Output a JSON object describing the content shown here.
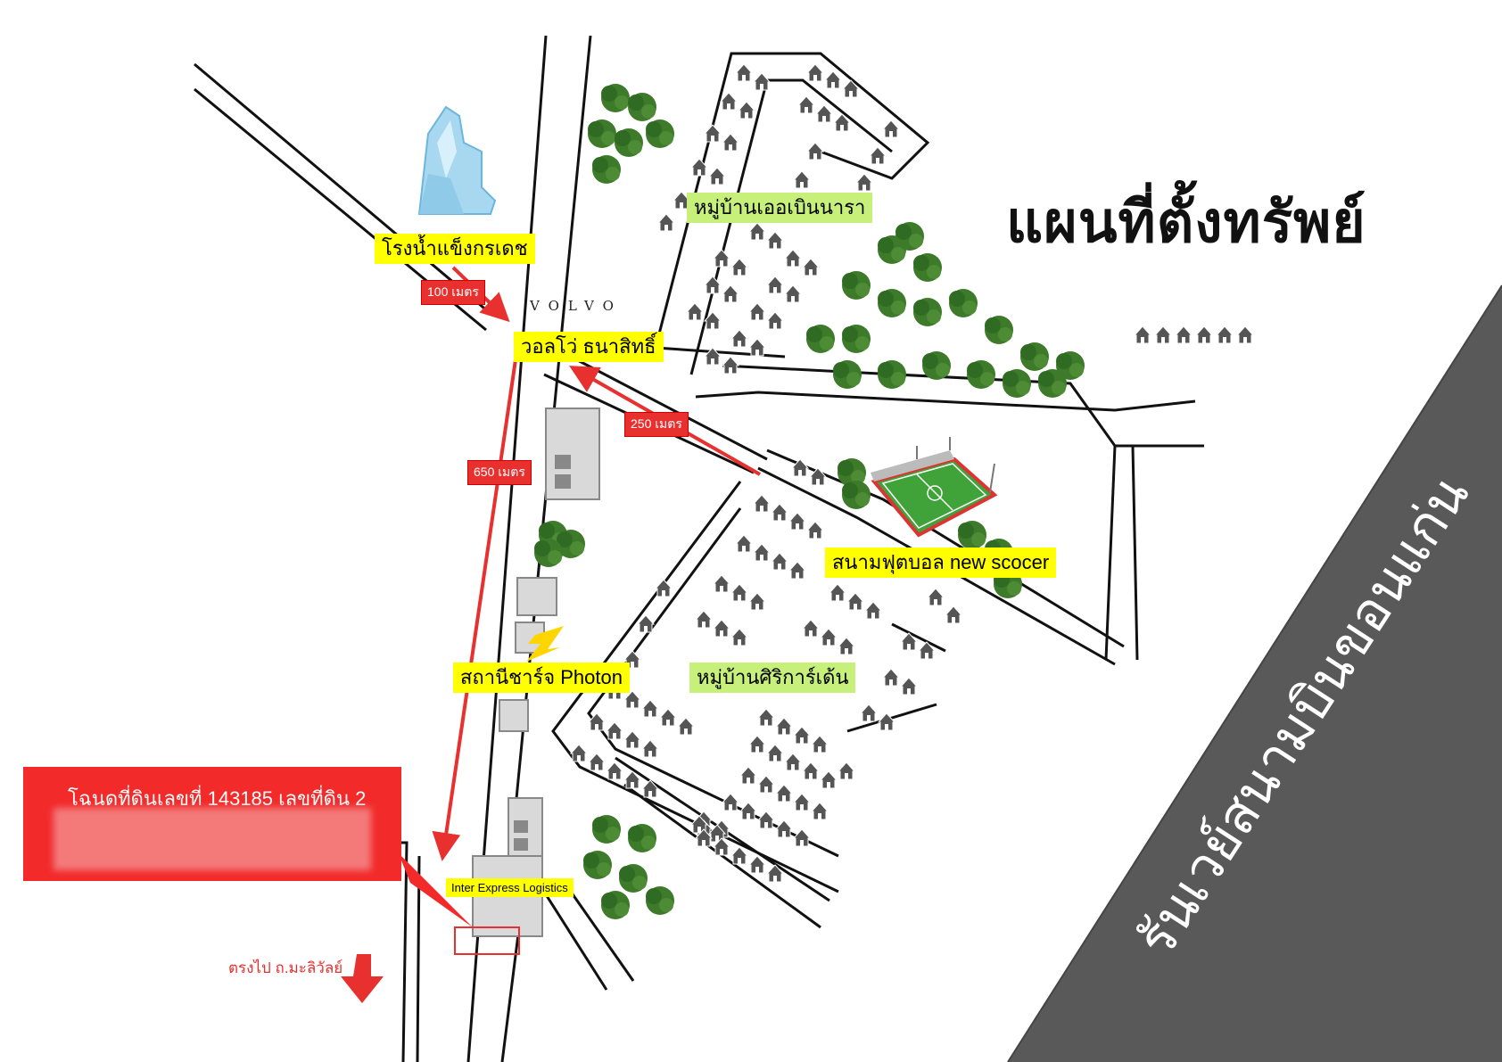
{
  "title": "แผนที่ตั้งทรัพย์",
  "brand": "VOLVO",
  "places": {
    "ice_factory": "โรงน้ำแข็งกรเดช",
    "volvo": "วอลโว่ ธนาสิทธิ์",
    "village_north": "หมู่บ้านเออเบินนารา",
    "football": "สนามฟุตบอล new scocer",
    "charging": "สถานีชาร์จ Photon",
    "village_south": "หมู่บ้านศิริการ์เด้น",
    "logistics": "Inter Express Logistics"
  },
  "distances": {
    "d100": "100 เมตร",
    "d250": "250 เมตร",
    "d650": "650 เมตร"
  },
  "deed": {
    "text": "โฉนดที่ดินเลขที่ 143185 เลขที่ดิน 2"
  },
  "direction": "ตรงไป ถ.มะลิวัลย์",
  "runway": "รันเวย์สนามบินขอนแก่น",
  "icons": [
    "ice-icon",
    "tree-icon",
    "house-icon",
    "stadium-icon",
    "lightning-icon",
    "arrow-down-icon"
  ],
  "colors": {
    "highlight": "#ffff00",
    "green_label": "#c6f07a",
    "route_red": "#e8302f",
    "runway": "#595959",
    "tree": "#2f6b22"
  }
}
